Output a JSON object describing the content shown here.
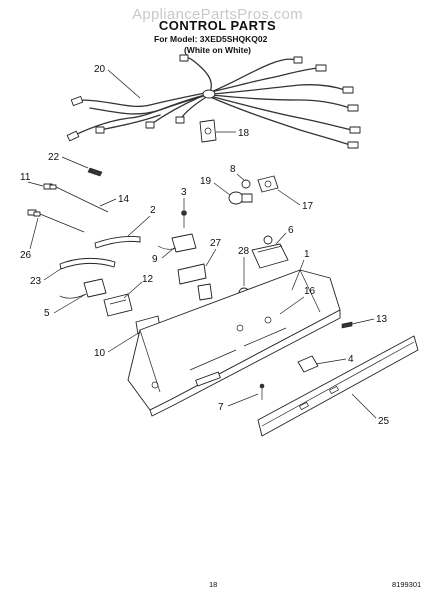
{
  "watermark": "AppliancePartsPros.com",
  "header": {
    "title": "CONTROL PARTS",
    "model_line": "For Model: 3XED5SHQKQ02",
    "variant_line": "(White on White)"
  },
  "callouts": [
    "20",
    "18",
    "22",
    "8",
    "11",
    "19",
    "17",
    "14",
    "3",
    "2",
    "6",
    "26",
    "27",
    "28",
    "1",
    "9",
    "23",
    "12",
    "16",
    "5",
    "13",
    "10",
    "4",
    "7",
    "25"
  ],
  "footer": {
    "page": "18",
    "doc_number": "8199301"
  }
}
